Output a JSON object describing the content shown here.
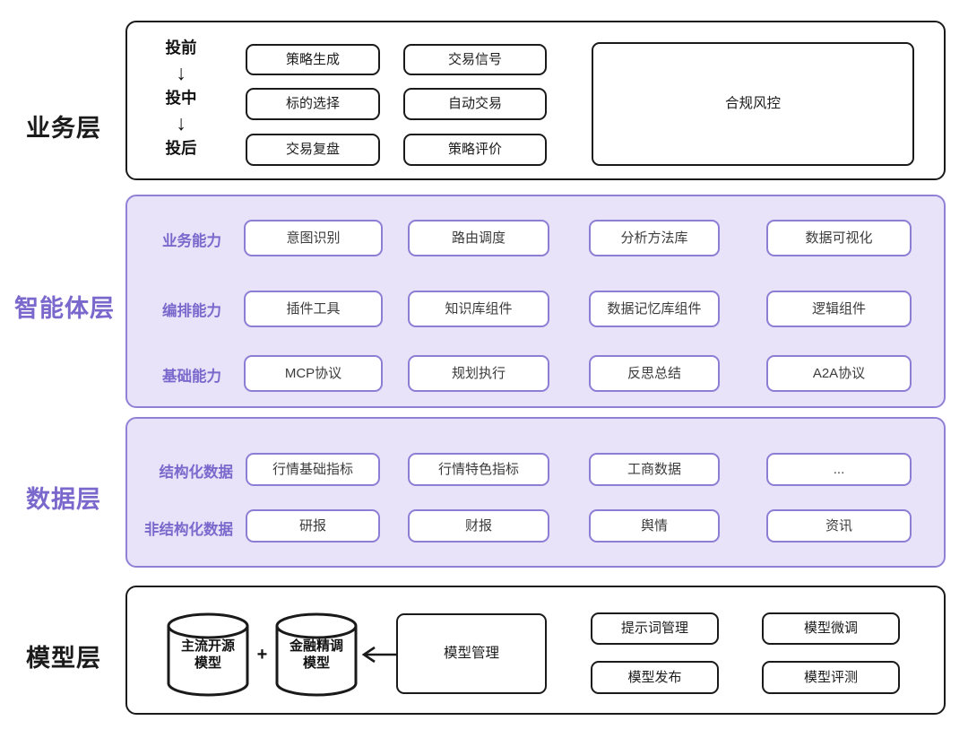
{
  "colors": {
    "purple_text": "#7b68cc",
    "purple_border": "#9080d6",
    "purple_fill": "#e9e3f9",
    "node_purple_border": "#8d7ed5",
    "black": "#1a1a1a"
  },
  "layers": {
    "business": {
      "label": "业务层",
      "flow": {
        "step1": "投前",
        "step2": "投中",
        "step3": "投后",
        "arrow": "↓"
      },
      "col1": {
        "r1": "策略生成",
        "r2": "标的选择",
        "r3": "交易复盘"
      },
      "col2": {
        "r1": "交易信号",
        "r2": "自动交易",
        "r3": "策略评价"
      },
      "big_box": "合规风控"
    },
    "agent": {
      "label": "智能体层",
      "rows": [
        {
          "label": "业务能力",
          "boxes": [
            "意图识别",
            "路由调度",
            "分析方法库",
            "数据可视化"
          ]
        },
        {
          "label": "编排能力",
          "boxes": [
            "插件工具",
            "知识库组件",
            "数据记忆库组件",
            "逻辑组件"
          ]
        },
        {
          "label": "基础能力",
          "boxes": [
            "MCP协议",
            "规划执行",
            "反思总结",
            "A2A协议"
          ]
        }
      ]
    },
    "data": {
      "label": "数据层",
      "rows": [
        {
          "label": "结构化数据",
          "boxes": [
            "行情基础指标",
            "行情特色指标",
            "工商数据",
            "..."
          ]
        },
        {
          "label": "非结构化数据",
          "boxes": [
            "研报",
            "财报",
            "舆情",
            "资讯"
          ]
        }
      ]
    },
    "model": {
      "label": "模型层",
      "cylinder1": {
        "line1": "主流开源",
        "line2": "模型"
      },
      "cylinder2": {
        "line1": "金融精调",
        "line2": "模型"
      },
      "plus": "+",
      "manager_box": "模型管理",
      "boxes": {
        "r1c1": "提示词管理",
        "r1c2": "模型微调",
        "r2c1": "模型发布",
        "r2c2": "模型评测"
      }
    }
  }
}
